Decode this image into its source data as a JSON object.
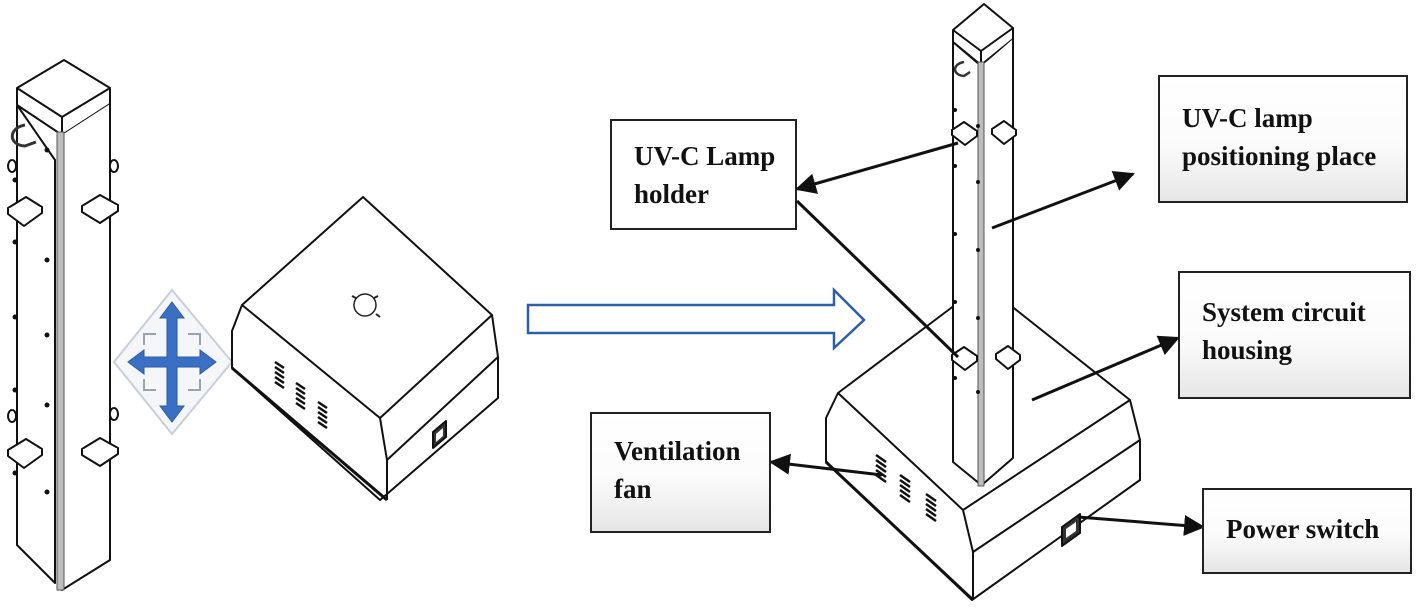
{
  "figure": {
    "description": "Assembly of a UV-C disinfection system: lamp column attaches onto base housing",
    "left_group": {
      "components": [
        "lamp-column",
        "base-housing"
      ],
      "connector_icon": "move-arrows-icon",
      "transition_icon": "hollow-right-arrow-icon"
    },
    "labels": [
      {
        "id": "lamp-holder",
        "lines": [
          "UV-C Lamp",
          "holder"
        ]
      },
      {
        "id": "lamp-positioning-place",
        "lines": [
          "UV-C lamp",
          "positioning place"
        ]
      },
      {
        "id": "system-circuit-housing",
        "lines": [
          "System circuit",
          "housing"
        ]
      },
      {
        "id": "ventilation-fan",
        "lines": [
          "Ventilation",
          "fan"
        ]
      },
      {
        "id": "power-switch",
        "lines": [
          "Power switch"
        ]
      }
    ],
    "colors": {
      "accent_blue": "#3a6fc4",
      "arrow_outline": "#2f5ea8",
      "line": "#111111",
      "stripe": "#b8b8b8"
    }
  }
}
